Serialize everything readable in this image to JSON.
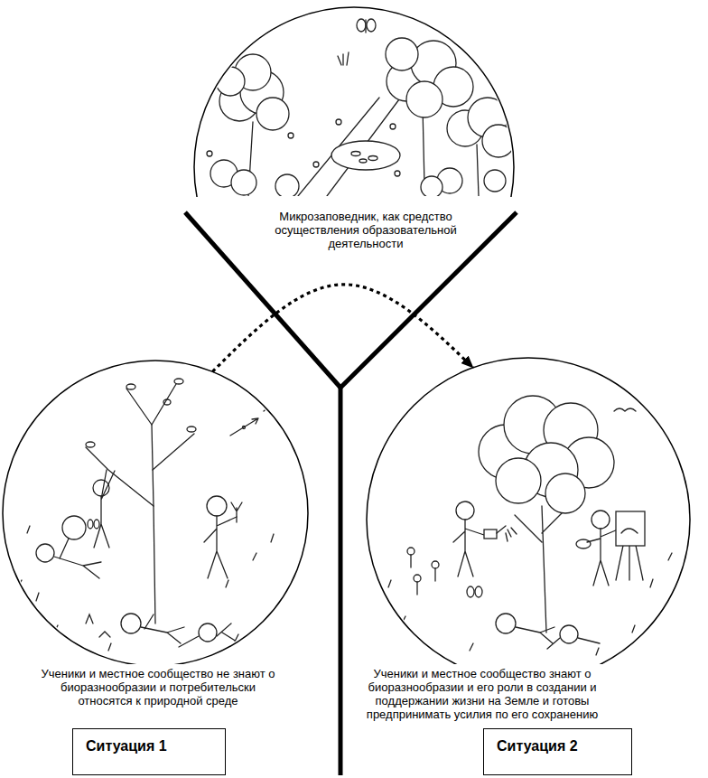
{
  "diagram": {
    "nodes": [
      {
        "text": [
          "Микрозаповедник, как средство осуществления образовательной деятельности"
        ]
      },
      {
        "text": [
          "Ученики и местное сообщество не знают о биоразнообразии и потребительски относятся к природной среде"
        ]
      },
      {
        "text": [
          "Ученики и местное сообщество знают о биоразнообразии и его роли в создании и поддержании жизни на Земле и готовы предпринимать усилия по его сохранению"
        ]
      },
      {
        "text": [
          "Ситуация 1"
        ]
      },
      {
        "text": [
          "Ситуация 2"
        ]
      }
    ],
    "edges": [
      {
        "from": 1,
        "to": 2,
        "arrow": "to"
      }
    ]
  }
}
